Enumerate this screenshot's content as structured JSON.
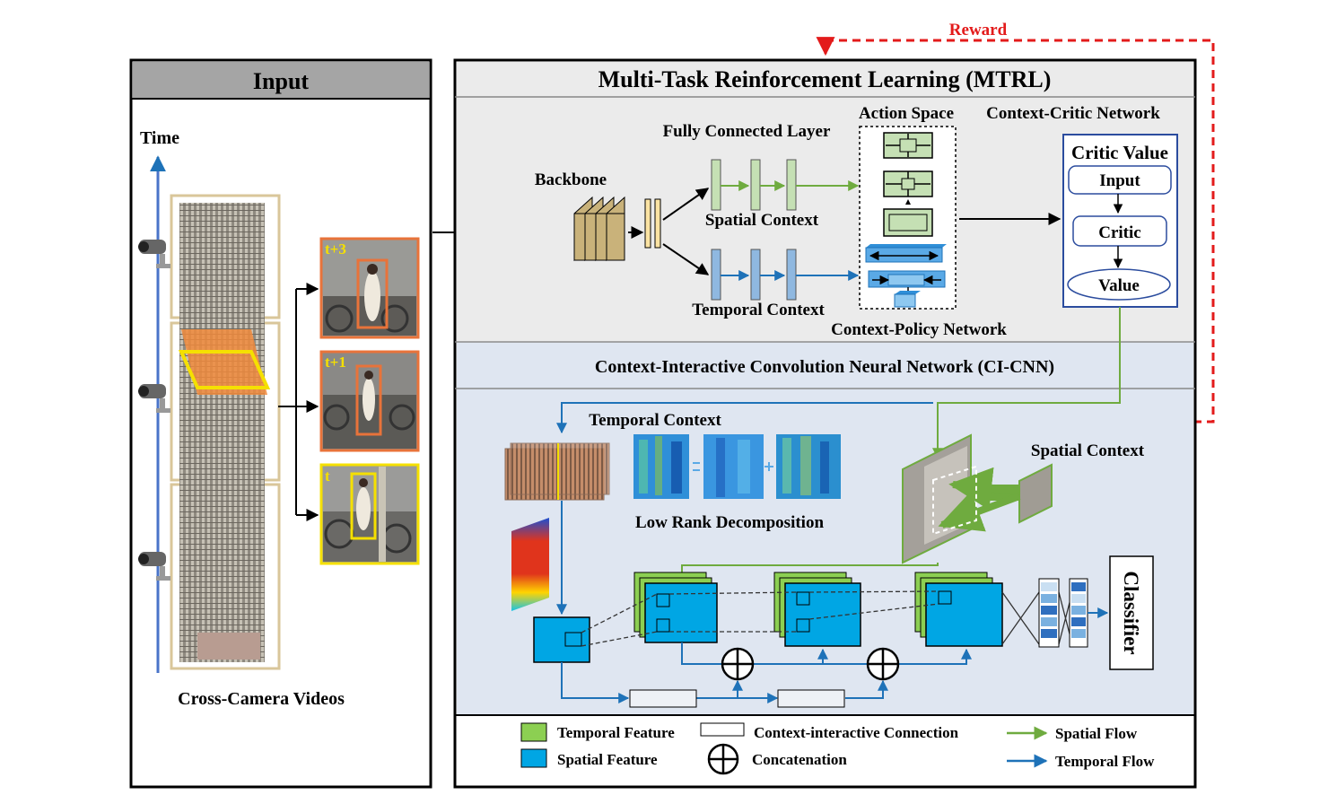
{
  "colors": {
    "reward": "#e31b1b",
    "spatial_flow": "#6fab3f",
    "temporal_flow": "#1e72b8",
    "temporal_feature": "#8ccf52",
    "spatial_feature": "#00a6e4",
    "header_gray": "#a5a5a5",
    "mtrl_bg": "#ebebeb",
    "cicnn_bg": "#dfe6f1",
    "frame_orange": "#e8733a",
    "frame_yellow": "#f5e000",
    "backbone_tan": "#c9b27a",
    "fc_blue": "#8fb8e0",
    "fc_green": "#c5e0b4"
  },
  "reward_label": "Reward",
  "input": {
    "title": "Input",
    "time_label": "Time",
    "caption": "Cross-Camera Videos",
    "frames": [
      {
        "label": "t+3"
      },
      {
        "label": "t+1"
      },
      {
        "label": "t"
      }
    ]
  },
  "mtrl": {
    "title": "Multi-Task Reinforcement Learning (MTRL)",
    "backbone": "Backbone",
    "fc_layer": "Fully Connected Layer",
    "spatial_context": "Spatial Context",
    "temporal_context": "Temporal Context",
    "action_space": "Action Space",
    "critic_network": "Context-Critic Network",
    "policy_network": "Context-Policy Network",
    "critic_box": {
      "title": "Critic Value",
      "input": "Input",
      "critic": "Critic",
      "value": "Value"
    }
  },
  "cicnn": {
    "title": "Context-Interactive Convolution Neural Network (CI-CNN)",
    "temporal_context": "Temporal Context",
    "spatial_context": "Spatial  Context",
    "low_rank": "Low Rank Decomposition",
    "classifier": "Classifier"
  },
  "legend": {
    "temporal_feature": "Temporal Feature",
    "spatial_feature": "Spatial Feature",
    "connection": "Context-interactive Connection",
    "concatenation": "Concatenation",
    "spatial_flow": "Spatial  Flow",
    "temporal_flow": "Temporal Flow"
  }
}
